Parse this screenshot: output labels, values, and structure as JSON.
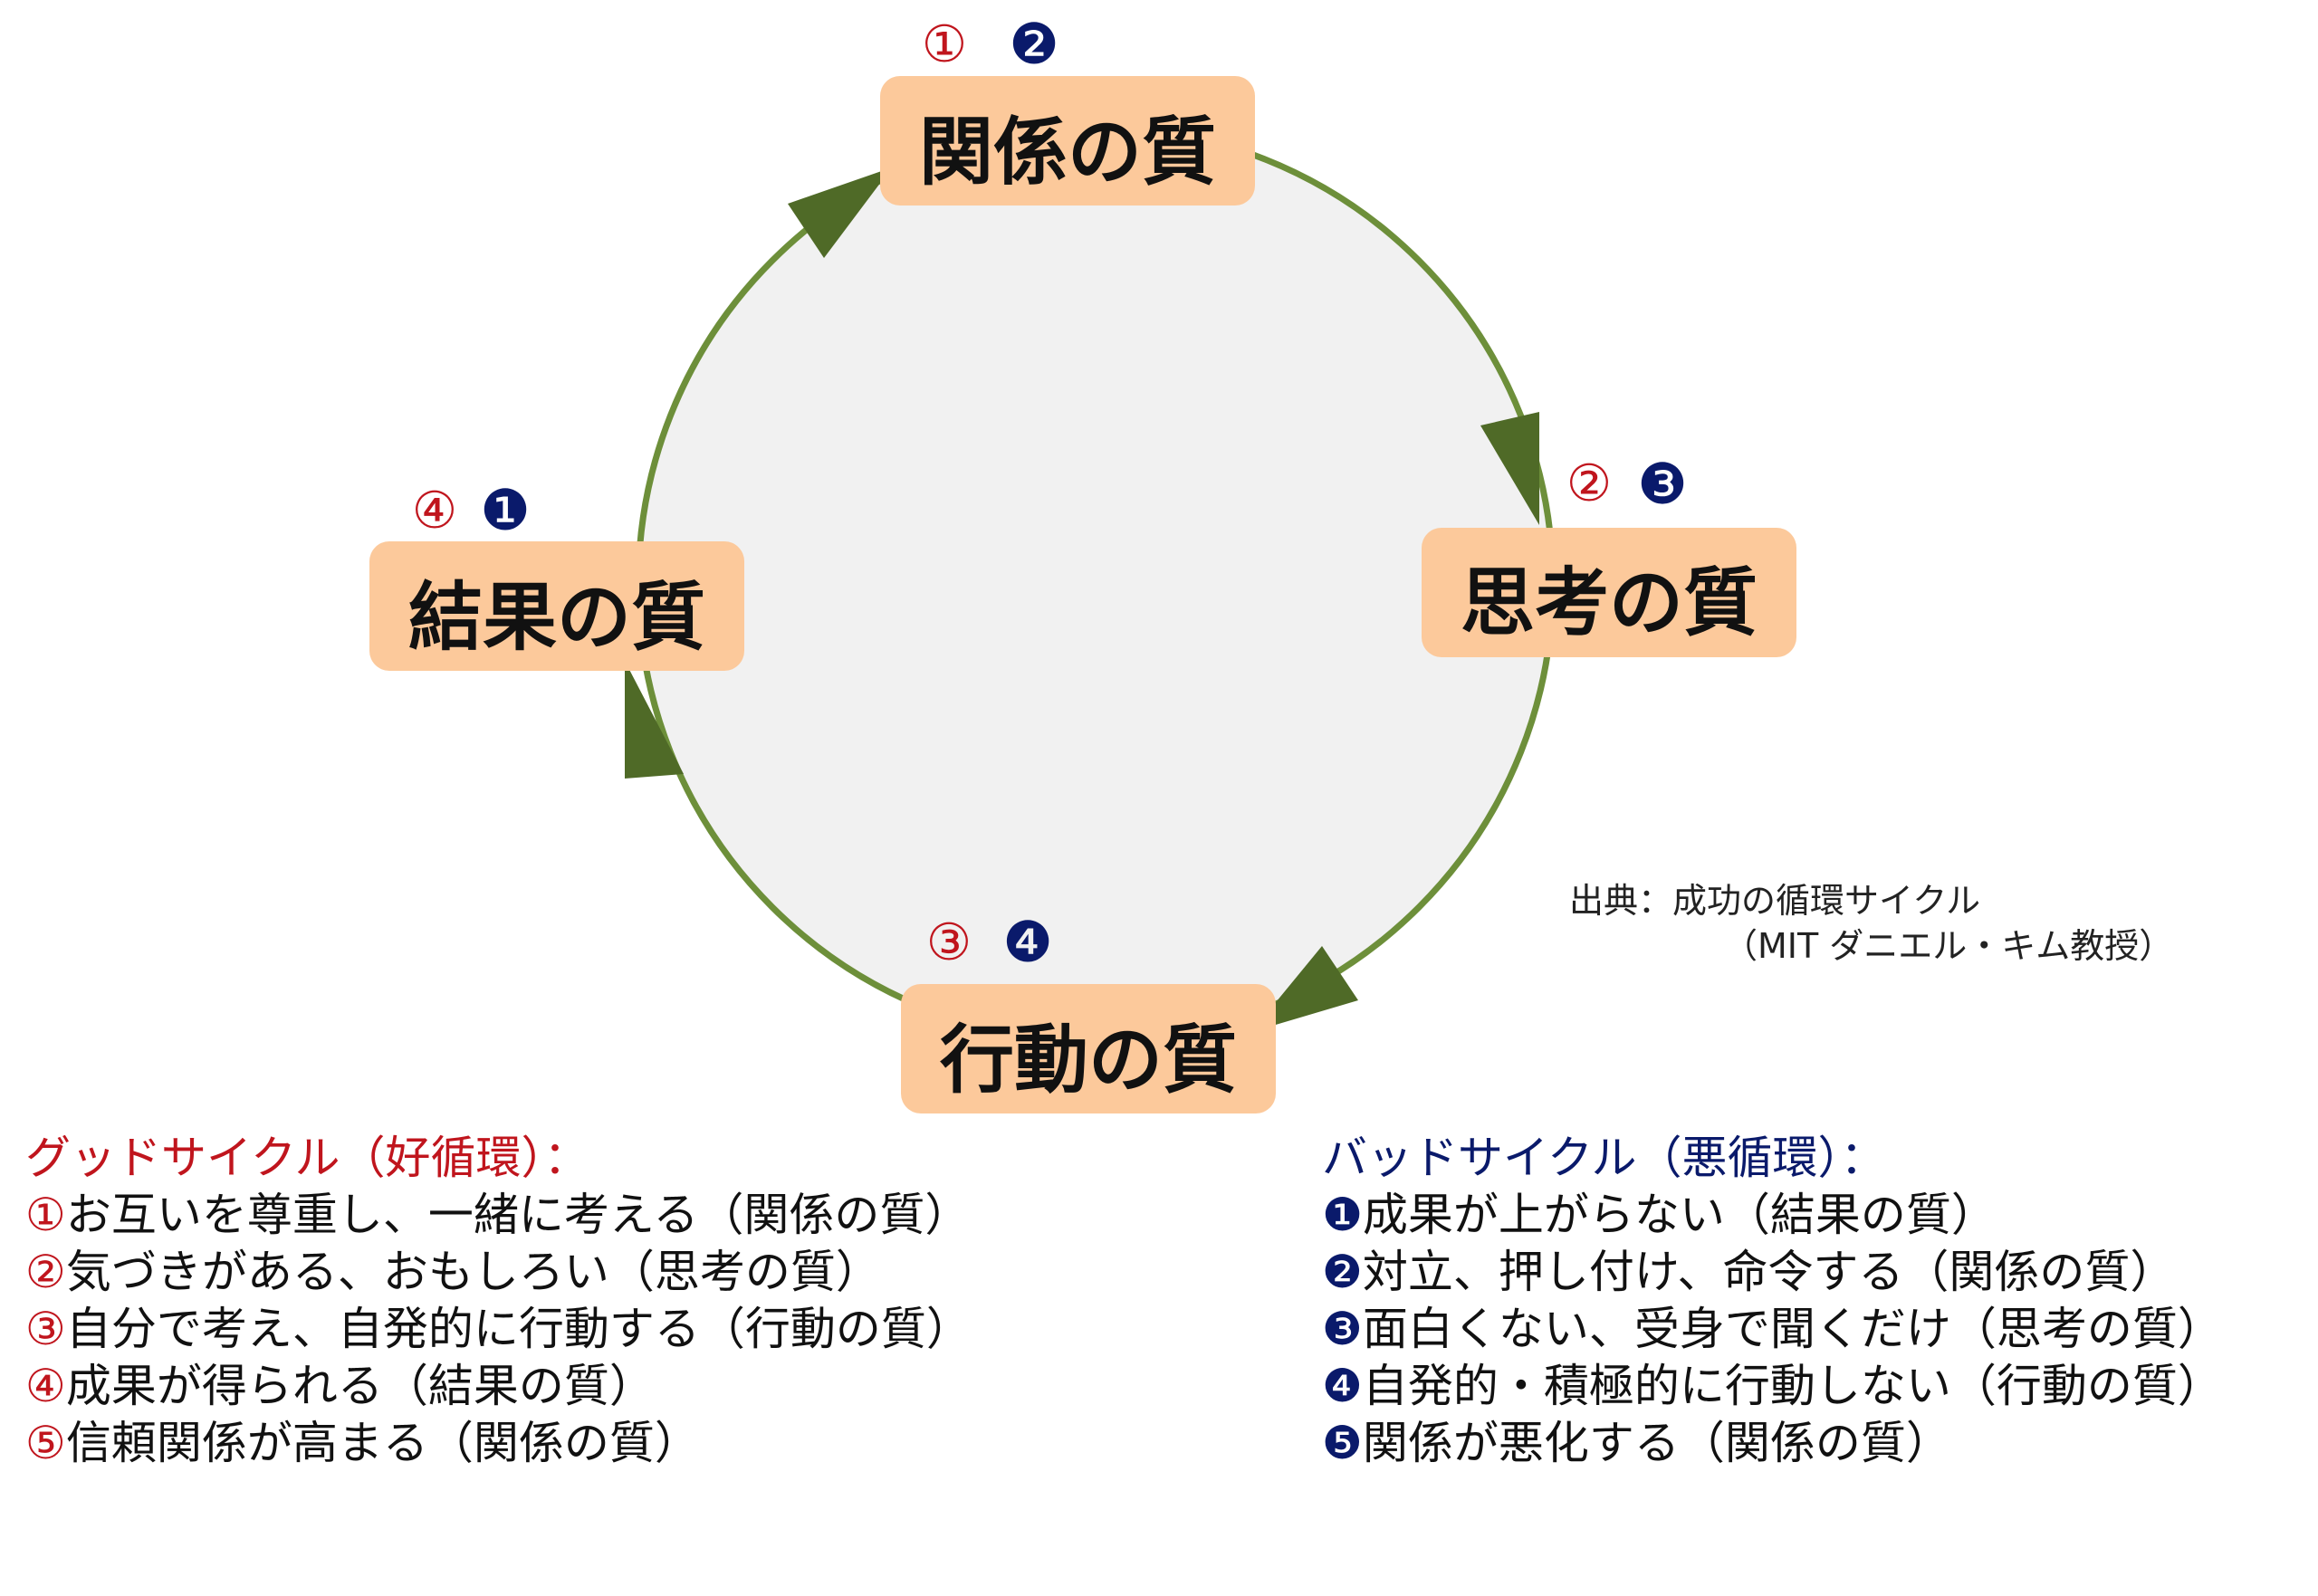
{
  "diagram": {
    "nodes": [
      {
        "label": "関係の質",
        "num_red": "①",
        "num_blue": "❷"
      },
      {
        "label": "思考の質",
        "num_red": "②",
        "num_blue": "❸"
      },
      {
        "label": "行動の質",
        "num_red": "③",
        "num_blue": "❹"
      },
      {
        "label": "結果の質",
        "num_red": "④",
        "num_blue": "❶"
      }
    ],
    "colors": {
      "arrow": "#6d8f3a",
      "arrowhead": "#4f6a27",
      "box": "#fcc99b",
      "circle_fill": "#f1f1f1"
    }
  },
  "source": {
    "line1": "出典：成功の循環サイクル",
    "line2": "（MIT ダニエル・キム教授）"
  },
  "good_cycle": {
    "title": "グッドサイクル（好循環）：",
    "items": [
      {
        "mark": "①",
        "text": "お互いを尊重し、一緒に考える（関係の質）"
      },
      {
        "mark": "②",
        "text": "気づきがある、おもしろい（思考の質）"
      },
      {
        "mark": "③",
        "text": "自分で考え、自発的に行動する（行動の質）"
      },
      {
        "mark": "④",
        "text": "成果が得られる（結果の質）"
      },
      {
        "mark": "⑤",
        "text": "信頼関係が高まる（関係の質）"
      }
    ]
  },
  "bad_cycle": {
    "title": "バッドサイクル（悪循環）：",
    "items": [
      {
        "mark": "❶",
        "text": "成果が上がらない（結果の質）"
      },
      {
        "mark": "❷",
        "text": "対立、押し付け、命令する（関係の質）"
      },
      {
        "mark": "❸",
        "text": "面白くない、受身で聞くだけ（思考の質）"
      },
      {
        "mark": "❹",
        "text": "自発的・積極的に行動しない（行動の質）"
      },
      {
        "mark": "❺",
        "text": "関係が悪化する（関係の質）"
      }
    ]
  }
}
